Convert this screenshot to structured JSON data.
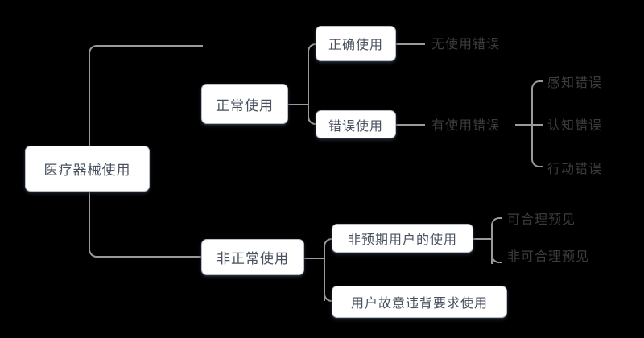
{
  "diagram": {
    "type": "tree-mindmap",
    "orientation": "left-to-right",
    "background_color": "#000000",
    "node_fill_color": "#ffffff",
    "node_border_color": "#b9bec6",
    "node_text_color": "#4a5260",
    "leaf_text_color": "#3c3c3c",
    "connector_color": "#9a9a9a",
    "root": {
      "label": "医疗器械使用"
    },
    "level2": [
      {
        "label": "正常使用"
      },
      {
        "label": "非正常使用"
      }
    ],
    "level3": [
      {
        "label": "正确使用"
      },
      {
        "label": "错误使用"
      },
      {
        "label": "非预期用户的使用"
      },
      {
        "label": "用户故意违背要求使用"
      }
    ],
    "leaves": [
      {
        "label": "无使用错误"
      },
      {
        "label": "有使用错误"
      },
      {
        "label": "感知错误"
      },
      {
        "label": "认知错误"
      },
      {
        "label": "行动错误"
      },
      {
        "label": "可合理预见"
      },
      {
        "label": "非可合理预见"
      }
    ]
  }
}
